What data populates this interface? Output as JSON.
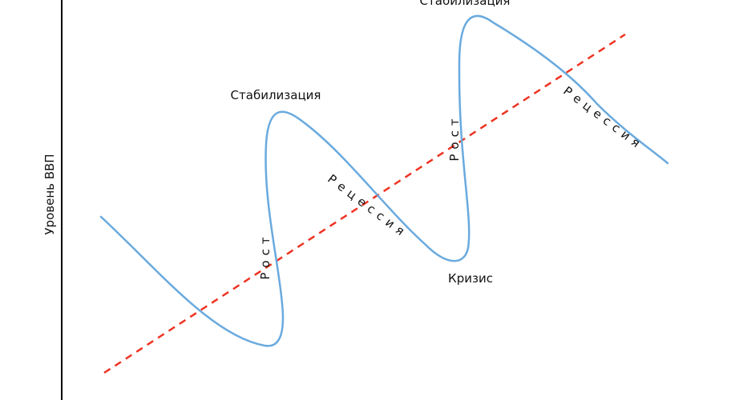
{
  "axis": {
    "y_label": "Уровень ВВП",
    "line_color": "#000000"
  },
  "trend": {
    "color": "#ee3322",
    "style": "dashed"
  },
  "cycle": {
    "color": "#6aaade"
  },
  "labels": {
    "stabilization_1": "Стабилизация",
    "stabilization_2": "Стабилизация",
    "crisis": "Кризис",
    "growth_1": "Рост",
    "growth_2": "Рост",
    "recession_1": "Рецессия",
    "recession_2": "Рецессия"
  }
}
